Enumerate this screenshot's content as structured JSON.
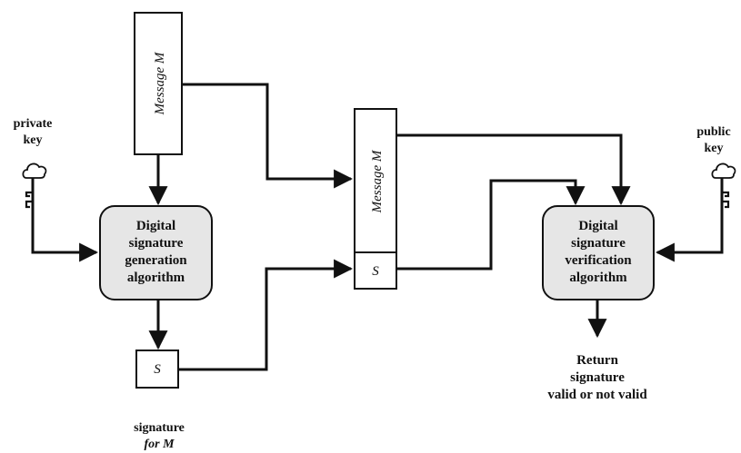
{
  "sender": {
    "message_label": "Message M",
    "generation_box": [
      "Digital",
      "signature",
      "generation",
      "algorithm"
    ],
    "signature_box": "S",
    "private_key_label": [
      "private",
      "key"
    ],
    "signature_caption": [
      "signature",
      "for M"
    ]
  },
  "bundle": {
    "message_label": "Message M",
    "signature_box": "S"
  },
  "receiver": {
    "verification_box": [
      "Digital",
      "signature",
      "verification",
      "algorithm"
    ],
    "public_key_label": [
      "public",
      "key"
    ],
    "result_label": [
      "Return",
      "signature",
      "valid or not valid"
    ]
  },
  "colors": {
    "line": "#111111",
    "algorithm_box_fill": "#e6e6e6",
    "box_fill": "#ffffff",
    "background": "#ffffff"
  },
  "icons": [
    "key-icon"
  ]
}
